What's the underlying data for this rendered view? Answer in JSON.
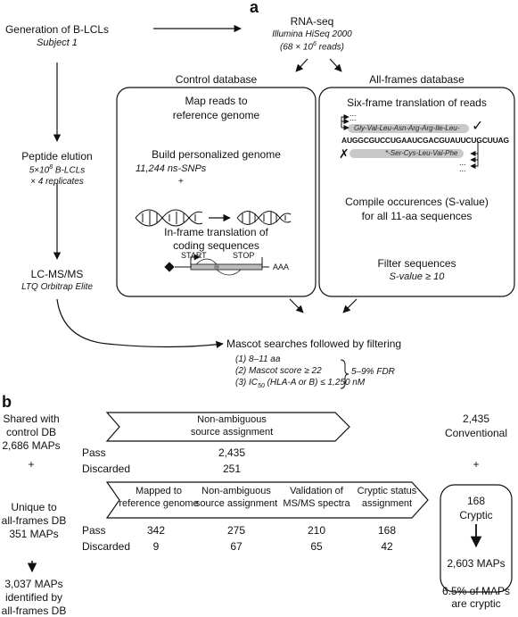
{
  "panel_a": {
    "letter": "a",
    "generation": {
      "title": "Generation of B-LCLs",
      "subtitle": "Subject 1"
    },
    "rnaseq": {
      "title": "RNA-seq",
      "platform": "Illumina HiSeq 2000",
      "reads_pre": "(68 × 10",
      "reads_exp": "6",
      "reads_post": " reads)"
    },
    "elution": {
      "title": "Peptide elution",
      "line1_pre": "5×10",
      "line1_exp": "8",
      "line1_post": " B-LCLs",
      "line2": "× 4 replicates"
    },
    "lcms": {
      "title": "LC-MS/MS",
      "subtitle": "LTQ Orbitrap Elite"
    },
    "control_db": {
      "header": "Control database",
      "map_reads_1": "Map reads to",
      "map_reads_2": "reference genome",
      "build": "Build personalized genome",
      "snps": "11,244 ns-SNPs",
      "plus": "+",
      "inframe_1": "In-frame translation of",
      "inframe_2": "coding sequences",
      "start": "START",
      "stop": "STOP",
      "polya": "AAA"
    },
    "allframes_db": {
      "header": "All-frames database",
      "six_frame": "Six-frame translation of reads",
      "peptide_top": "Gly-Val-Leu-Asn-Arg-Arg-Ile-Leu-",
      "sequence": "AUGGCGUCCUGAAUCGACGUAUUCUGCUUAG",
      "peptide_bottom": "*-Ser-Cys-Leu-Val-Phe",
      "dots": "...",
      "check": "✓",
      "cross": "✗",
      "compile_1": "Compile occurences (S-value)",
      "compile_2": "for all 11-aa sequences",
      "filter": "Filter sequences",
      "svalue": "S-value ≥ 10"
    },
    "mascot": {
      "title": "Mascot searches followed by filtering",
      "f1": "(1) 8–11 aa",
      "f2": "(2) Mascot score ≥ 22",
      "f3_pre": "(3) IC",
      "f3_sub": "50",
      "f3_post": " (HLA-A or B) ≤ 1,250 nM",
      "fdr": "5–9% FDR"
    }
  },
  "panel_b": {
    "letter": "b",
    "shared": {
      "line1": "Shared with",
      "line2": "control DB",
      "line3": "2,686 MAPs"
    },
    "plus_left": "+",
    "unique": {
      "line1": "Unique to",
      "line2": "all-frames DB",
      "line3": "351 MAPs"
    },
    "total": {
      "line1": "3,037 MAPs",
      "line2": "identified by",
      "line3": "all-frames DB"
    },
    "upper_arrow": {
      "line1": "Non-ambiguous",
      "line2": "source assignment"
    },
    "pass_label": "Pass",
    "discarded_label": "Discarded",
    "upper_pass": "2,435",
    "upper_discarded": "251",
    "conventional": {
      "count": "2,435",
      "label": "Conventional"
    },
    "plus_right": "+",
    "lower_steps": [
      {
        "line1": "Mapped to",
        "line2": "reference genome",
        "pass": "342",
        "discarded": "9"
      },
      {
        "line1": "Non-ambiguous",
        "line2": "source assignment",
        "pass": "275",
        "discarded": "67"
      },
      {
        "line1": "Validation of",
        "line2": "MS/MS spectra",
        "pass": "210",
        "discarded": "65"
      },
      {
        "line1": "Cryptic status",
        "line2": "assignment",
        "pass": "168",
        "discarded": "42"
      }
    ],
    "cryptic": {
      "count": "168",
      "label": "Cryptic"
    },
    "final_total": "2,603 MAPs",
    "footer": {
      "line1": "6.5% of MAPs",
      "line2": "are cryptic"
    }
  }
}
